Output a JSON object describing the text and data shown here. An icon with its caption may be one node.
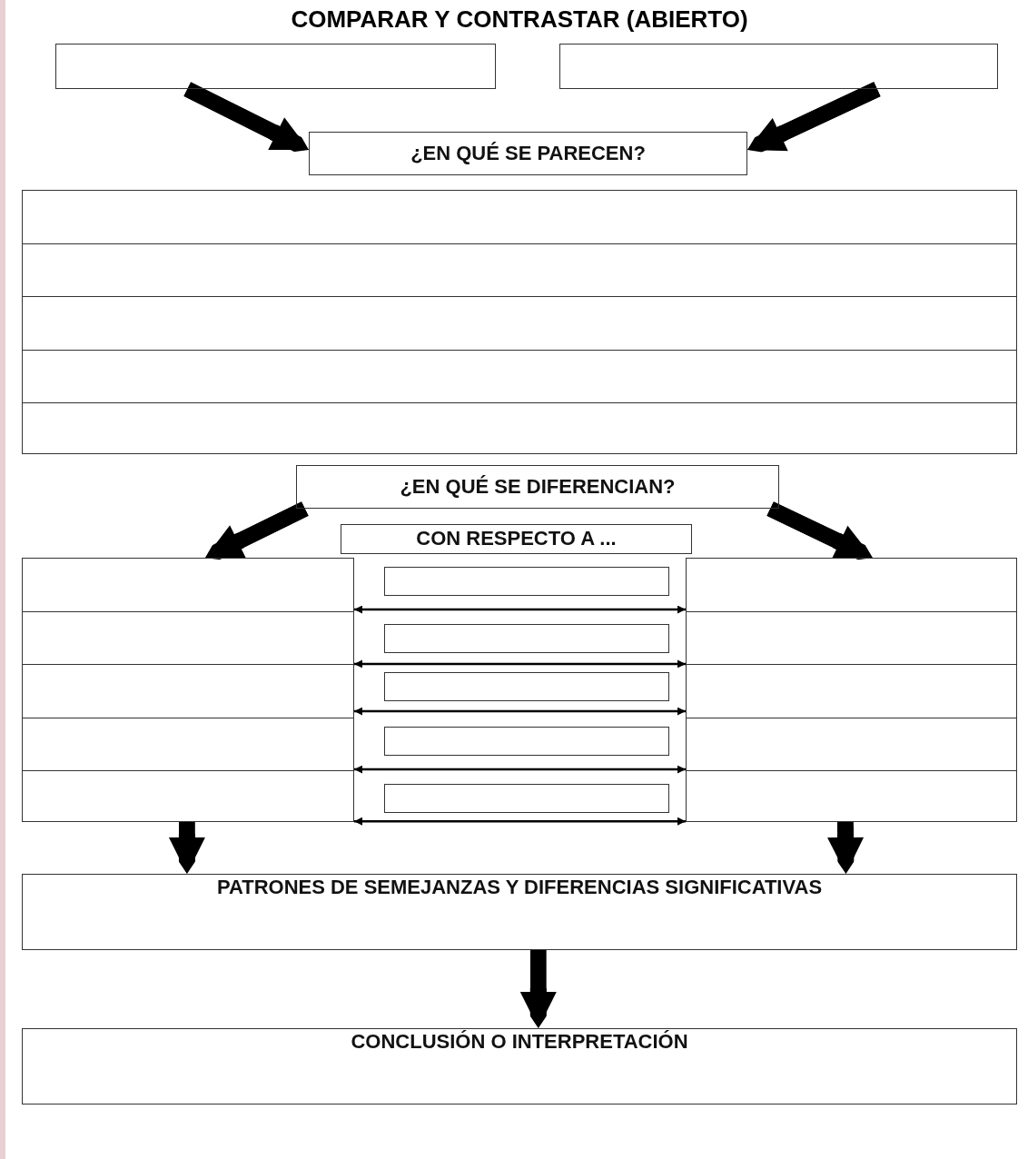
{
  "diagram": {
    "title": "COMPARAR Y CONTRASTAR (ABIERTO)",
    "nodes": [
      {
        "text": [],
        "shape": "box"
      },
      {
        "text": [],
        "shape": "box"
      },
      {
        "text": [
          "¿EN QUÉ SE PARECEN?"
        ]
      },
      {
        "text": [],
        "shape": "box"
      },
      {
        "text": [
          "¿EN QUÉ SE DIFERENCIAN?"
        ]
      },
      {
        "text": [
          "CON RESPECTO A ..."
        ]
      },
      {
        "text": [],
        "shape": "box"
      },
      {
        "text": [],
        "shape": "box"
      },
      {
        "text": [],
        "shape": "box"
      },
      {
        "text": [],
        "shape": "box"
      },
      {
        "text": [],
        "shape": "box"
      },
      {
        "text": [],
        "shape": "box"
      },
      {
        "text": [],
        "shape": "box"
      },
      {
        "text": [
          "PATRONES DE SEMEJANZAS Y DIFERENCIAS SIGNIFICATIVAS"
        ]
      },
      {
        "text": [
          "CONCLUSIÓN O INTERPRETACIÓN"
        ]
      }
    ],
    "edges": [
      {
        "from": 0,
        "to": 2,
        "arrow": "to"
      },
      {
        "from": 1,
        "to": 2,
        "arrow": "to"
      },
      {
        "from": 4,
        "to": 6,
        "arrow": "to"
      },
      {
        "from": 4,
        "to": 12,
        "arrow": "to"
      },
      {
        "from": 6,
        "to": 12,
        "arrow": "both"
      },
      {
        "from": 6,
        "to": 12,
        "arrow": "both"
      },
      {
        "from": 6,
        "to": 12,
        "arrow": "both"
      },
      {
        "from": 6,
        "to": 12,
        "arrow": "both"
      },
      {
        "from": 6,
        "to": 12,
        "arrow": "both"
      },
      {
        "from": 6,
        "to": 13,
        "arrow": "to"
      },
      {
        "from": 12,
        "to": 13,
        "arrow": "to"
      },
      {
        "from": 13,
        "to": 14,
        "arrow": "to"
      }
    ]
  }
}
